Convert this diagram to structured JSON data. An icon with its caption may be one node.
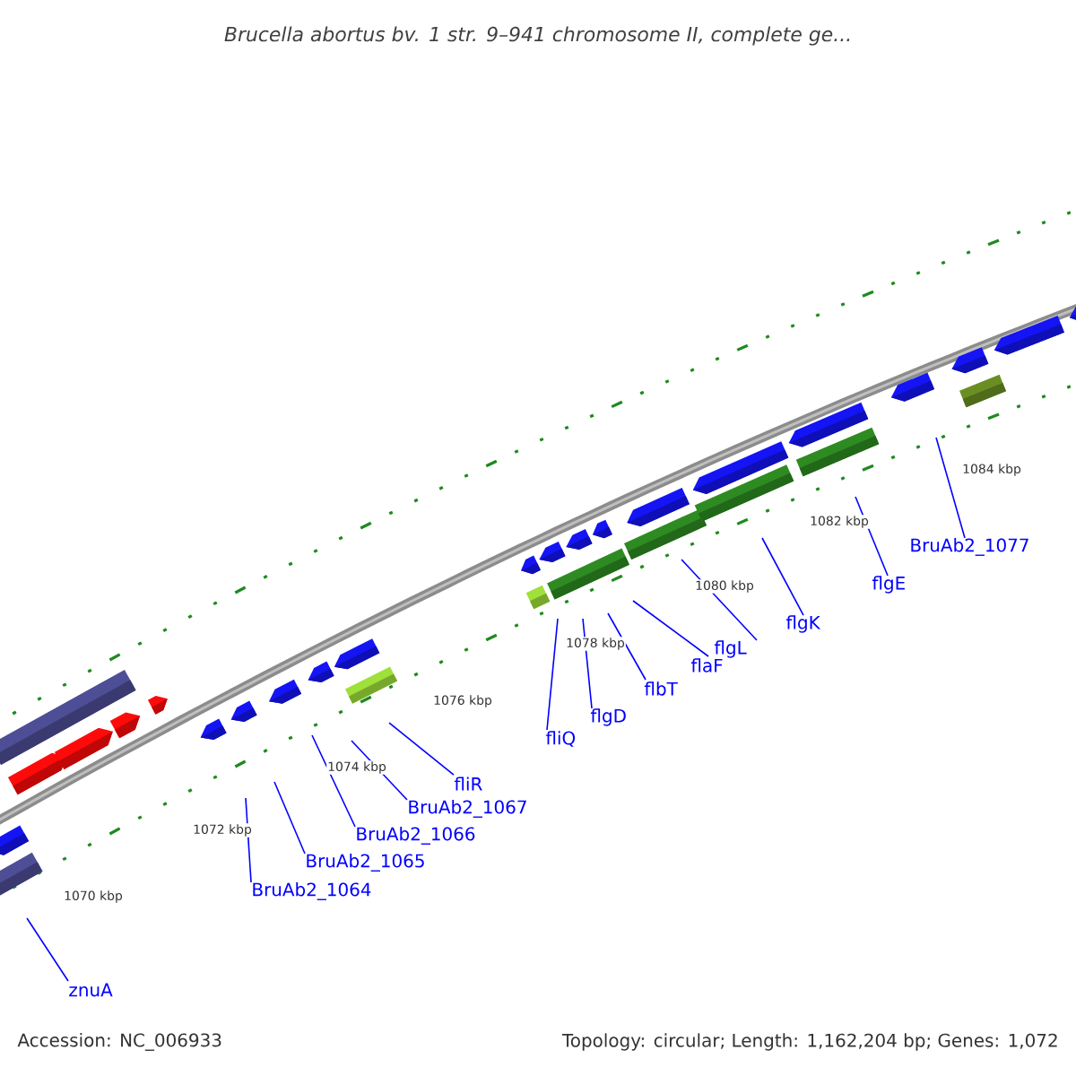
{
  "diagram": {
    "title": "Brucella abortus bv. 1 str. 9–941 chromosome II, complete ge...",
    "nodes": [
      {
        "text": [
          "znuA"
        ]
      },
      {
        "text": [
          "BruAb2_1064"
        ]
      },
      {
        "text": [
          "BruAb2_1065"
        ]
      },
      {
        "text": [
          "BruAb2_1066"
        ]
      },
      {
        "text": [
          "BruAb2_1067"
        ]
      },
      {
        "text": [
          "fliR"
        ]
      },
      {
        "text": [
          "fliQ"
        ]
      },
      {
        "text": [
          "flgD"
        ]
      },
      {
        "text": [
          "flbT"
        ]
      },
      {
        "text": [
          "flaF"
        ]
      },
      {
        "text": [
          "flgL"
        ]
      },
      {
        "text": [
          "flgK"
        ]
      },
      {
        "text": [
          "flgE"
        ]
      },
      {
        "text": [
          "BruAb2_1077"
        ]
      }
    ],
    "edges": [
      {
        "from": 0,
        "to": null,
        "arrow": "none"
      },
      {
        "from": 1,
        "to": null,
        "arrow": "none"
      },
      {
        "from": 2,
        "to": null,
        "arrow": "none"
      },
      {
        "from": 3,
        "to": null,
        "arrow": "none"
      },
      {
        "from": 4,
        "to": null,
        "arrow": "none"
      },
      {
        "from": 5,
        "to": null,
        "arrow": "none"
      },
      {
        "from": 6,
        "to": null,
        "arrow": "none"
      },
      {
        "from": 7,
        "to": null,
        "arrow": "none"
      },
      {
        "from": 8,
        "to": null,
        "arrow": "none"
      },
      {
        "from": 9,
        "to": null,
        "arrow": "none"
      },
      {
        "from": 10,
        "to": null,
        "arrow": "none"
      },
      {
        "from": 11,
        "to": null,
        "arrow": "none"
      },
      {
        "from": 12,
        "to": null,
        "arrow": "none"
      },
      {
        "from": 13,
        "to": null,
        "arrow": "none"
      }
    ],
    "labels": [
      "1070 kbp",
      "1072 kbp",
      "1074 kbp",
      "1076 kbp",
      "1078 kbp",
      "1080 kbp",
      "1082 kbp",
      "1084 kbp",
      "Accession: NC_006933",
      "Topology: circular; Length: 1,162,204 bp; Genes: 1,072"
    ]
  }
}
